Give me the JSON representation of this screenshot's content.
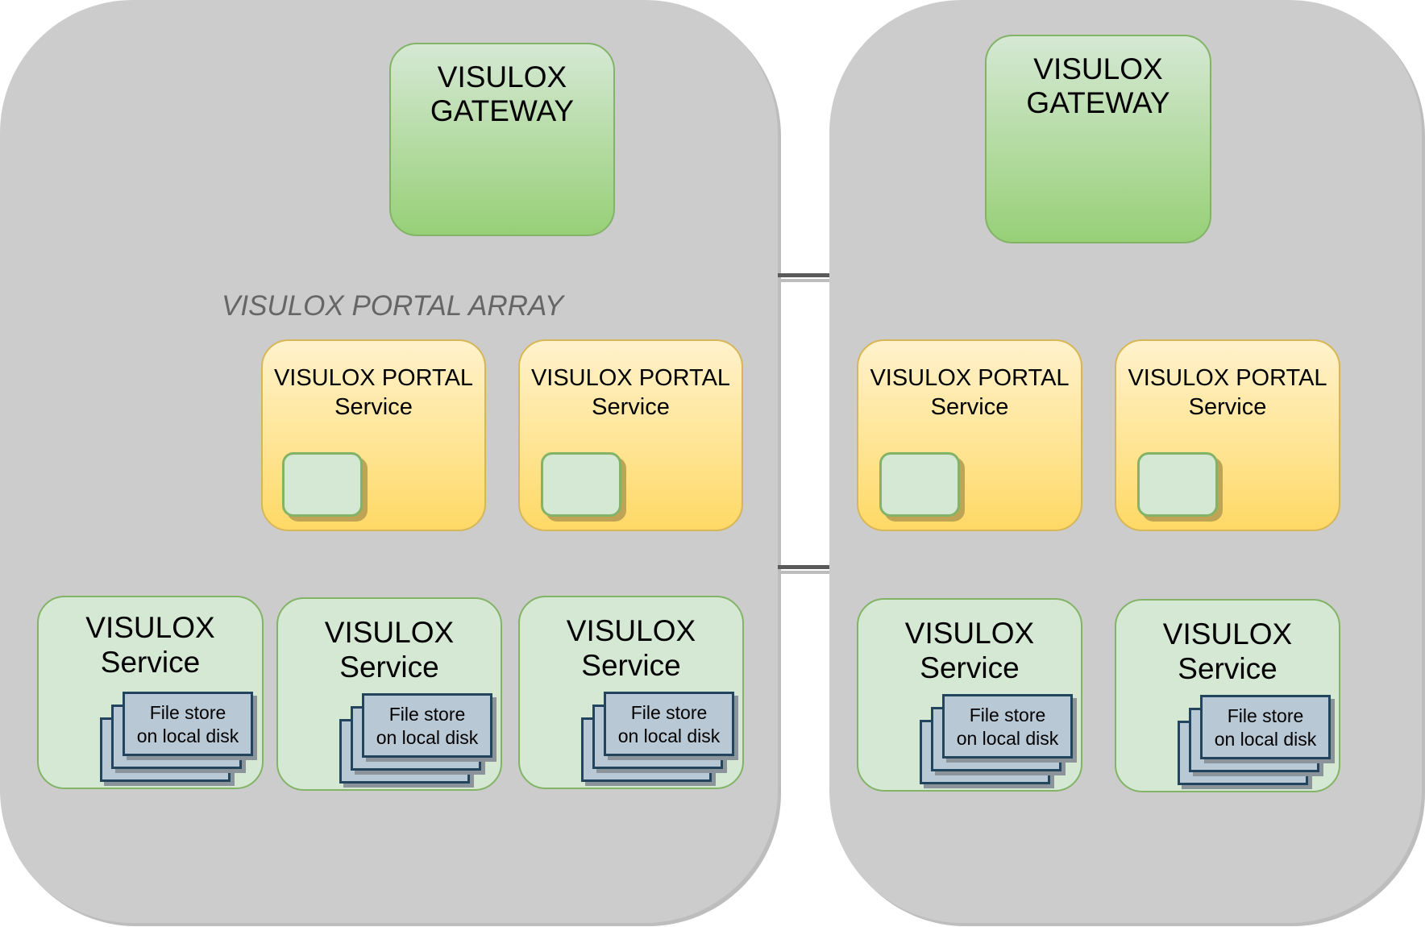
{
  "diagram": {
    "array_title": "VISULOX PORTAL ARRAY",
    "left_site": {
      "gateway": {
        "line1": "VISULOX",
        "line2": "GATEWAY"
      },
      "portals": [
        {
          "line1": "VISULOX PORTAL",
          "line2": "Service"
        },
        {
          "line1": "VISULOX PORTAL",
          "line2": "Service"
        }
      ],
      "services": [
        {
          "line1": "VISULOX",
          "line2": "Service",
          "store_line1": "File store",
          "store_line2": "on local disk"
        },
        {
          "line1": "VISULOX",
          "line2": "Service",
          "store_line1": "File store",
          "store_line2": "on local disk"
        },
        {
          "line1": "VISULOX",
          "line2": "Service",
          "store_line1": "File store",
          "store_line2": "on local disk"
        }
      ]
    },
    "right_site": {
      "gateway": {
        "line1": "VISULOX",
        "line2": "GATEWAY"
      },
      "portals": [
        {
          "line1": "VISULOX PORTAL",
          "line2": "Service"
        },
        {
          "line1": "VISULOX PORTAL",
          "line2": "Service"
        }
      ],
      "services": [
        {
          "line1": "VISULOX",
          "line2": "Service",
          "store_line1": "File store",
          "store_line2": "on local disk"
        },
        {
          "line1": "VISULOX",
          "line2": "Service",
          "store_line1": "File store",
          "store_line2": "on local disk"
        }
      ]
    },
    "colors": {
      "container": "#cccccc",
      "gateway_fill_top": "#d5e8d4",
      "gateway_fill_bottom": "#97d077",
      "portal_fill_top": "#fff2cc",
      "portal_fill_bottom": "#ffd966",
      "service_fill": "#d5e8d4",
      "file_store_fill": "#b9c8d5",
      "file_store_border": "#23445d"
    }
  }
}
